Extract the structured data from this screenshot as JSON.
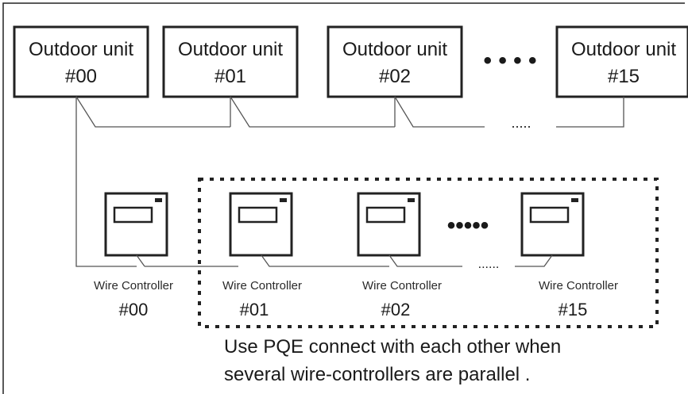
{
  "outdoor_units": [
    {
      "label": "Outdoor unit",
      "number": "#00"
    },
    {
      "label": "Outdoor unit",
      "number": "#01"
    },
    {
      "label": "Outdoor unit",
      "number": "#02"
    },
    {
      "label": "Outdoor unit",
      "number": "#15"
    }
  ],
  "wire_controllers": [
    {
      "label": "Wire Controller",
      "number": "#00"
    },
    {
      "label": "Wire Controller",
      "number": "#01"
    },
    {
      "label": "Wire Controller",
      "number": "#02"
    },
    {
      "label": "Wire Controller",
      "number": "#15"
    }
  ],
  "ellipsis_units": "• • • •",
  "ellipsis_bus": ".....",
  "ellipsis_controllers": "•••••",
  "ellipsis_controller_bus": "......",
  "note": {
    "line1": "Use PQE connect with each other when",
    "line2": "several wire-controllers are parallel ."
  }
}
